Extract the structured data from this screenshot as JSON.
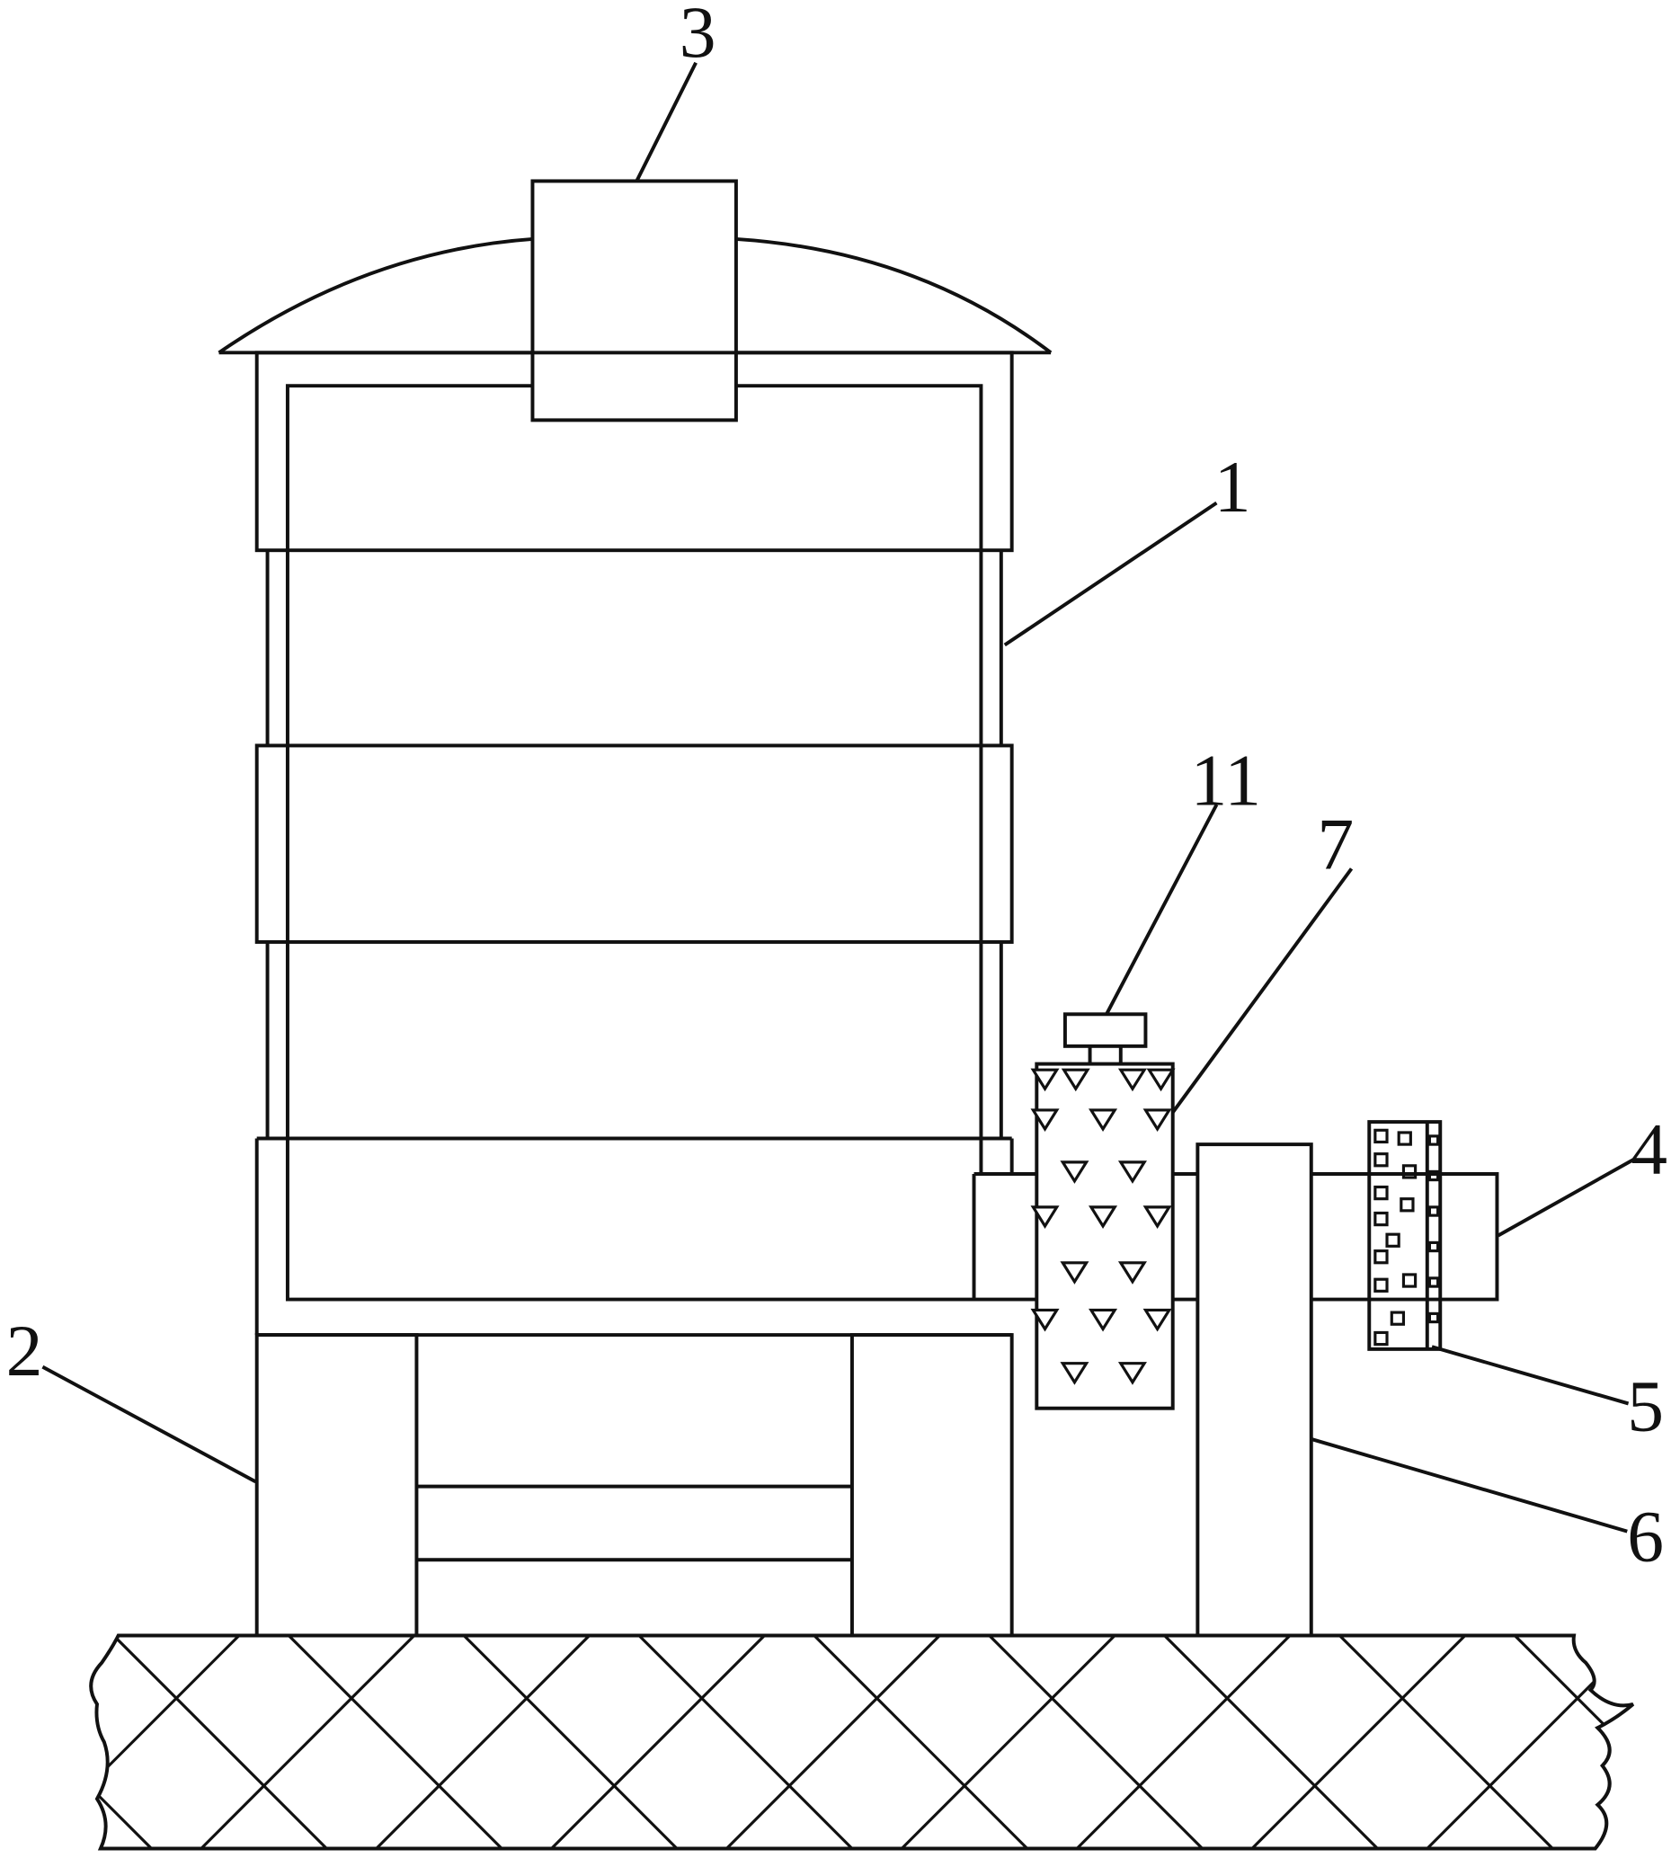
{
  "diagram": {
    "type": "patent-figure",
    "colors": {
      "line": "#111111",
      "background": "#ffffff"
    },
    "labels": [
      {
        "id": "label-1",
        "text": "1"
      },
      {
        "id": "label-2",
        "text": "2"
      },
      {
        "id": "label-3",
        "text": "3"
      },
      {
        "id": "label-4",
        "text": "4"
      },
      {
        "id": "label-5",
        "text": "5"
      },
      {
        "id": "label-6",
        "text": "6"
      },
      {
        "id": "label-7",
        "text": "7"
      },
      {
        "id": "label-11",
        "text": "11"
      }
    ]
  }
}
